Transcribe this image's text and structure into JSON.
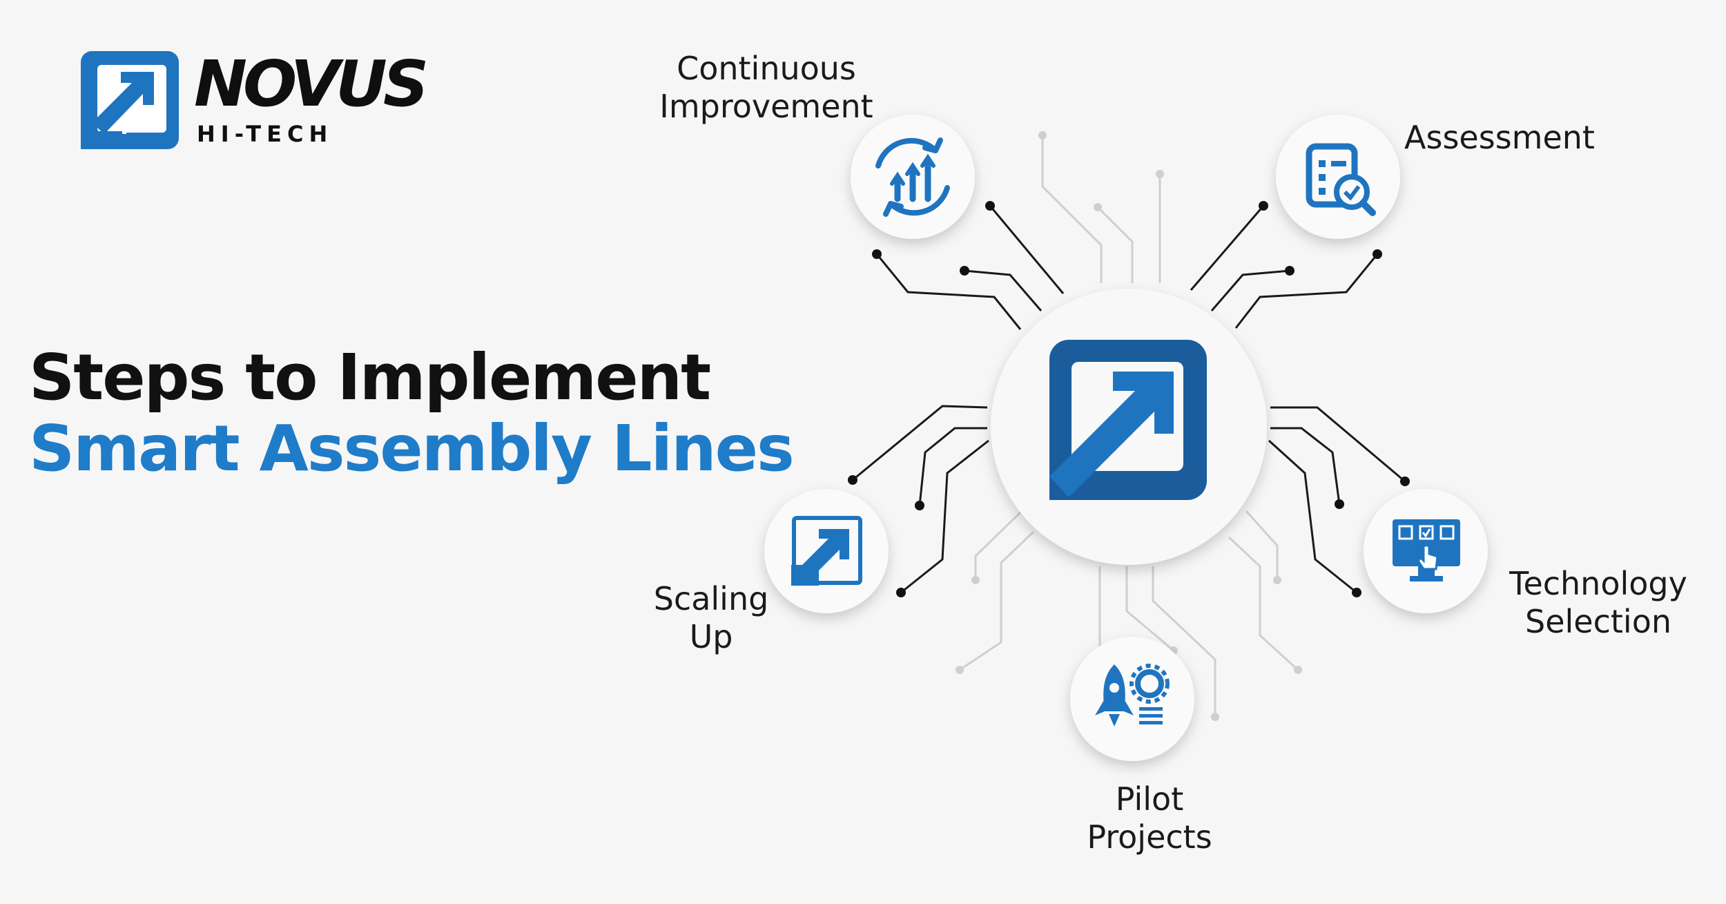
{
  "brand": {
    "name": "NOVUS",
    "tagline": "HI-TECH",
    "accent": "#1f74c0"
  },
  "headline": {
    "line1": "Steps to Implement",
    "line2": "Smart Assembly Lines"
  },
  "steps": [
    {
      "line1": "Continuous",
      "line2": "Improvement",
      "icon": "continuous-improvement-icon"
    },
    {
      "line1": "Assessment",
      "line2": "",
      "icon": "assessment-icon"
    },
    {
      "line1": "Technology",
      "line2": "Selection",
      "icon": "technology-selection-icon"
    },
    {
      "line1": "Pilot",
      "line2": "Projects",
      "icon": "pilot-projects-icon"
    },
    {
      "line1": "Scaling",
      "line2": "Up",
      "icon": "scaling-up-icon"
    }
  ],
  "colors": {
    "blue": "#1f74c0",
    "dark_blue": "#1b5d9c",
    "text": "#111111",
    "background": "#f6f6f6"
  }
}
